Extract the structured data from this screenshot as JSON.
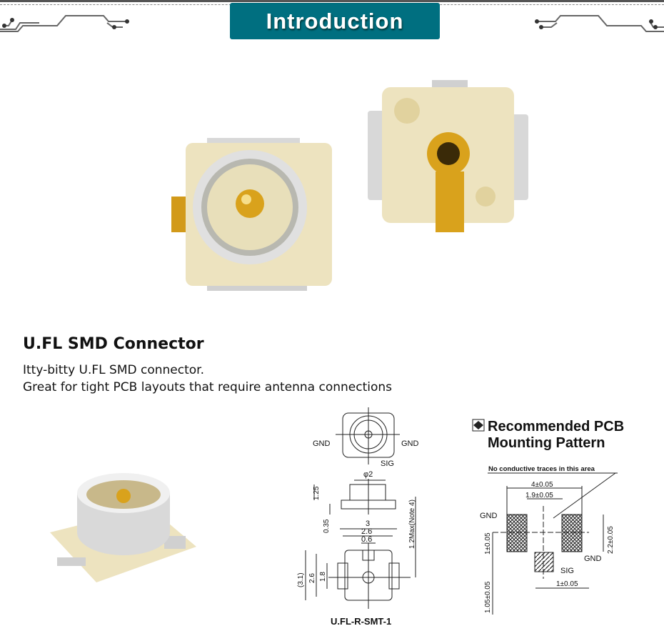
{
  "banner": {
    "title": "Introduction"
  },
  "product": {
    "title": "U.FL SMD Connector",
    "description": [
      "Itty-bitty U.FL SMD connector.",
      "Great for tight PCB layouts that require antenna connections"
    ]
  },
  "drawing": {
    "gnd_left": "GND",
    "gnd_right": "GND",
    "sig": "SIG",
    "diameter": "φ2",
    "h125": "1.25",
    "h035": "0.35",
    "w3": "3",
    "w26": "2.6",
    "w06": "0.6",
    "max": "1.2Max(Note 4)",
    "d31": "(3.1)",
    "d26": "2.6",
    "d18": "1.8",
    "part_number": "U.FL-R-SMT-1"
  },
  "pcb": {
    "title_line1": "Recommended PCB",
    "title_line2": "Mounting Pattern",
    "note": "No conductive traces in this area",
    "dim_4": "4±0.05",
    "dim_19": "1.9±0.05",
    "dim_22": "2.2±0.05",
    "dim_1v": "1±0.05",
    "dim_105": "1.05±0.05",
    "dim_1h": "1±0.05",
    "gnd_left": "GND",
    "gnd_right": "GND",
    "sig": "SIG"
  },
  "colors": {
    "banner": "#006f80",
    "body": "#ede3bf",
    "metal": "#d5d5d5",
    "gold": "#d9a21c"
  }
}
